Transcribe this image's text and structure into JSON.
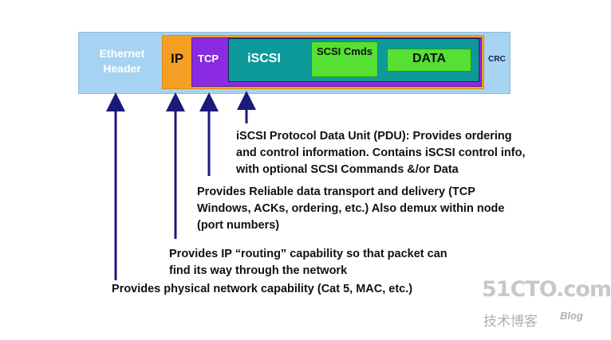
{
  "frame": {
    "ethernet_header": "Ethernet Header",
    "ip": "IP",
    "tcp": "TCP",
    "iscsi": "iSCSI",
    "scsi_cmds": "SCSI Cmds",
    "data": "DATA",
    "crc": "CRC"
  },
  "descriptions": {
    "pdu": [
      "iSCSI Protocol Data Unit (PDU): Provides ordering",
      "and control information. Contains iSCSI control info,",
      "with optional SCSI Commands &/or Data"
    ],
    "tcp": [
      "Provides Reliable data transport and delivery (TCP",
      "Windows, ACKs, ordering, etc.)  Also demux within node",
      "(port numbers)"
    ],
    "ip": [
      "Provides IP “routing” capability so that packet can",
      "find its way through the network"
    ],
    "ethernet": [
      "Provides physical network capability (Cat 5, MAC, etc.)"
    ]
  },
  "watermark": {
    "site": "51CTO.com",
    "chinese": "技术博客",
    "blog": "Blog"
  },
  "colors": {
    "ethernet": "#a6d3f2",
    "ip": "#f5a024",
    "tcp": "#8a2be2",
    "iscsi": "#0f9a9a",
    "payload": "#55e033",
    "arrow": "#1a1a7a"
  }
}
